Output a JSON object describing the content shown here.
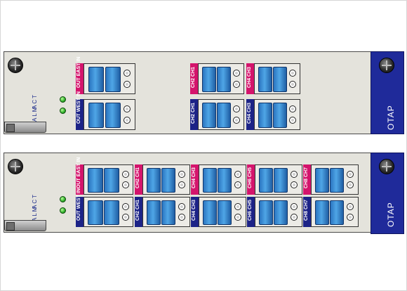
{
  "cards": [
    {
      "name": "OTAP",
      "leds": [
        {
          "label": "ACT",
          "color": "#2fb02a"
        },
        {
          "label": "ALM",
          "color": "#2fb02a"
        }
      ],
      "ports": [
        {
          "label": "OUT EAST IN",
          "color": "pink"
        },
        {
          "label": "OUT WEST IN",
          "color": "blue"
        },
        {
          "label": "CH2 CH1",
          "color": "pink"
        },
        {
          "label": "CH4 CH3",
          "color": "pink"
        },
        {
          "label": "CH2 CH1",
          "color": "blue"
        },
        {
          "label": "CH4 CH3",
          "color": "blue"
        }
      ]
    },
    {
      "name": "OTAP",
      "leds": [
        {
          "label": "ACT",
          "color": "#2fb02a"
        },
        {
          "label": "ALM",
          "color": "#2fb02a"
        }
      ],
      "ports": [
        {
          "label": "OUT EAST IN",
          "color": "pink"
        },
        {
          "label": "OUT WEST IN",
          "color": "blue"
        },
        {
          "label": "CH2 CH1",
          "color": "pink"
        },
        {
          "label": "CH4 CH3",
          "color": "pink"
        },
        {
          "label": "CH6 CH5",
          "color": "pink"
        },
        {
          "label": "CH8 CH7",
          "color": "pink"
        },
        {
          "label": "CH2 CH1",
          "color": "blue"
        },
        {
          "label": "CH4 CH3",
          "color": "blue"
        },
        {
          "label": "CH6 CH5",
          "color": "blue"
        },
        {
          "label": "CH8 CH7",
          "color": "blue"
        }
      ]
    }
  ],
  "colors": {
    "pink_label": "#d4146c",
    "blue_label": "#1c2387",
    "connector": "#3b8fd6",
    "side_panel": "#1f2a9a",
    "card_body": "#e4e3dc"
  }
}
